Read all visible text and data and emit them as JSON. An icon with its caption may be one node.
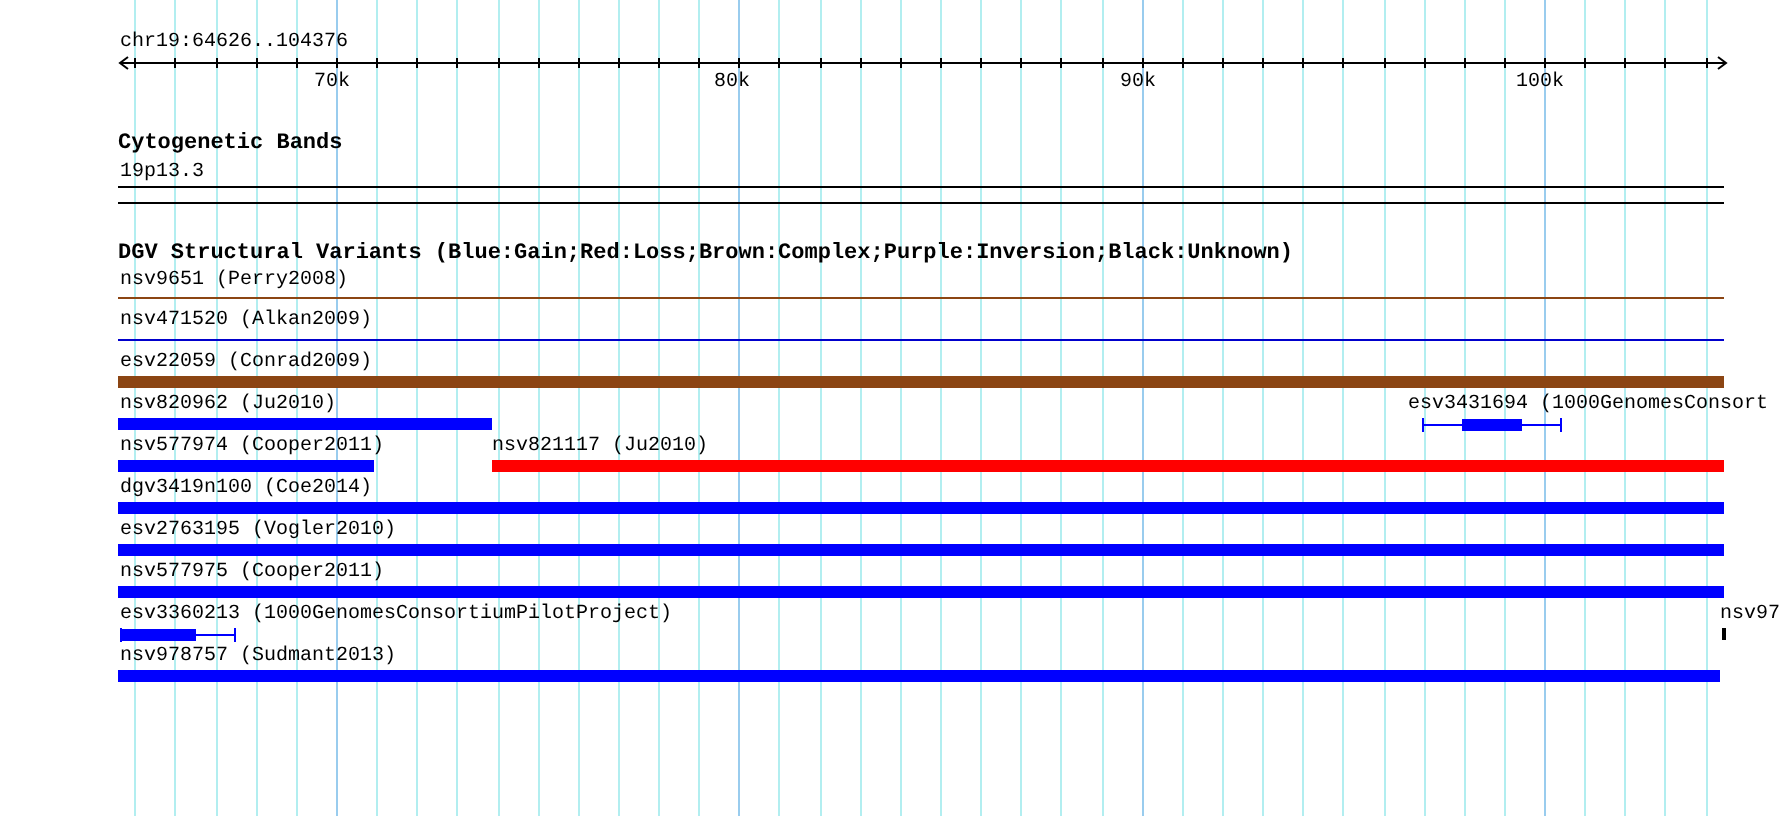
{
  "diagram": {
    "labels": [
      "chr19:64626..104376",
      "70k",
      "80k",
      "90k",
      "100k",
      "Cytogenetic Bands",
      "19p13.3",
      "DGV Structural Variants (Blue:Gain;Red:Loss;Brown:Complex;Purple:Inversion;Black:Unknown)",
      "nsv9651 (Perry2008)",
      "nsv471520 (Alkan2009)",
      "esv22059 (Conrad2009)",
      "nsv820962 (Ju2010)",
      "esv3431694 (1000GenomesConsort",
      "nsv577974 (Cooper2011)",
      "nsv821117 (Ju2010)",
      "dgv3419n100 (Coe2014)",
      "esv2763195 (Vogler2010)",
      "nsv577975 (Cooper2011)",
      "esv3360213 (1000GenomesConsortiumPilotProject)",
      "nsv97",
      "nsv978757 (Sudmant2013)"
    ]
  }
}
